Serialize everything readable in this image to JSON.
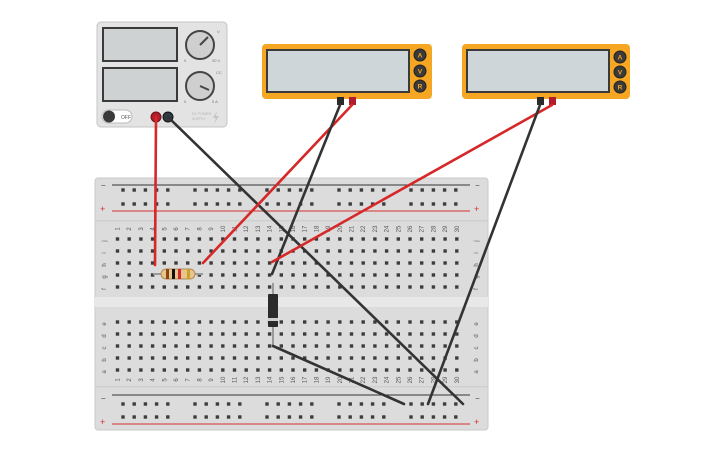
{
  "colors": {
    "background": "#ffffff",
    "power_supply_body": "#e3e3e3",
    "power_supply_screen": "#cfd2d3",
    "multimeter_body": "#f5a623",
    "multimeter_screen": "#cfd6d9",
    "breadboard": "#dcdcdc",
    "rail_line_red": "#d32f2f",
    "rail_line_dark": "#333333",
    "wire_red": "#d62828",
    "wire_black": "#333333"
  },
  "power_supply": {
    "voltage_knob_marks": {
      "min": "0",
      "max": "30 V",
      "set": "V"
    },
    "current_knob_marks": {
      "min": "0",
      "max": "5 A",
      "set": "CC"
    },
    "switch_label": "OFF",
    "brand": [
      "DC POWER",
      "SUPPLY"
    ],
    "terminal_positive": "+",
    "terminal_negative": "-",
    "icon": "lightning-icon"
  },
  "multimeters": [
    {
      "id": "mm1",
      "buttons": [
        "A",
        "V",
        "R"
      ],
      "display": ""
    },
    {
      "id": "mm2",
      "buttons": [
        "A",
        "V",
        "R"
      ],
      "display": ""
    }
  ],
  "breadboard": {
    "rail_minus": "−",
    "rail_plus": "+",
    "top_rows": [
      "j",
      "i",
      "h",
      "g",
      "f"
    ],
    "bottom_rows": [
      "e",
      "d",
      "c",
      "b",
      "a"
    ],
    "columns": [
      "1",
      "2",
      "3",
      "4",
      "5",
      "6",
      "7",
      "8",
      "9",
      "10",
      "11",
      "12",
      "13",
      "14",
      "15",
      "16",
      "17",
      "18",
      "19",
      "20",
      "21",
      "22",
      "23",
      "24",
      "25",
      "26",
      "27",
      "28",
      "29",
      "30"
    ]
  },
  "components": {
    "resistor": {
      "label": "resistor",
      "bands": [
        "#8b4513",
        "#111111",
        "#d62828",
        "#c9a227"
      ]
    },
    "diode": {
      "label": "diode",
      "body": "#2b2b2b",
      "band": "#cfcfcf"
    }
  }
}
